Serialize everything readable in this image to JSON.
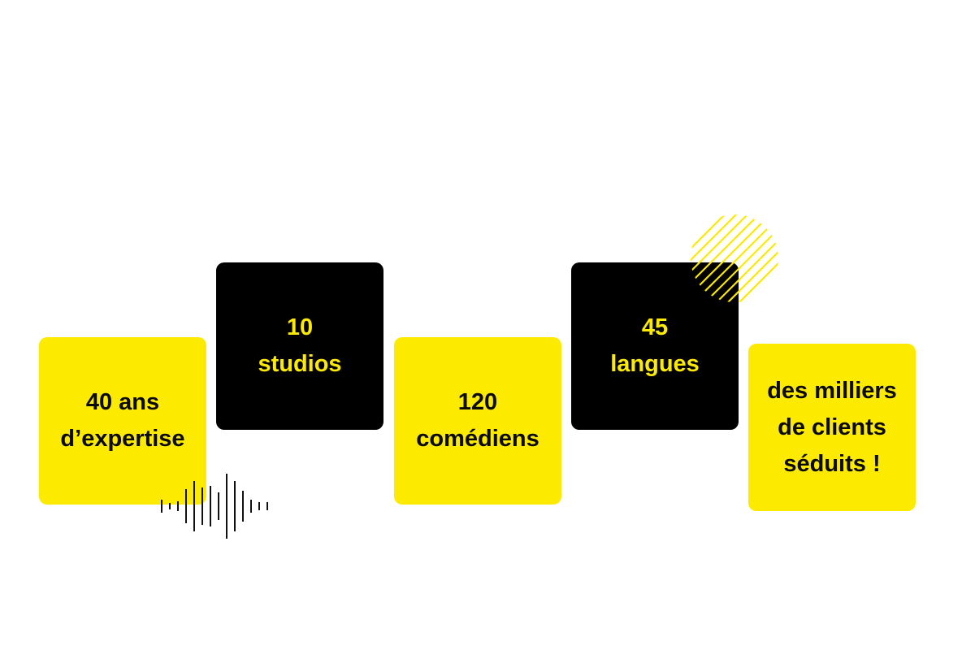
{
  "stats": [
    {
      "lines": [
        "40 ans",
        "d’expertise"
      ],
      "style": "yellow"
    },
    {
      "lines": [
        "10",
        "studios"
      ],
      "style": "black"
    },
    {
      "lines": [
        "120",
        "comédiens"
      ],
      "style": "yellow"
    },
    {
      "lines": [
        "45",
        "langues"
      ],
      "style": "black"
    },
    {
      "lines": [
        "des milliers",
        "de clients",
        "séduits !"
      ],
      "style": "yellow"
    }
  ],
  "colors": {
    "accent_yellow": "#fcea00",
    "black": "#000000",
    "background": "#ffffff"
  },
  "decorations": [
    "sound-waveform-icon",
    "diagonal-stripes-circle"
  ]
}
